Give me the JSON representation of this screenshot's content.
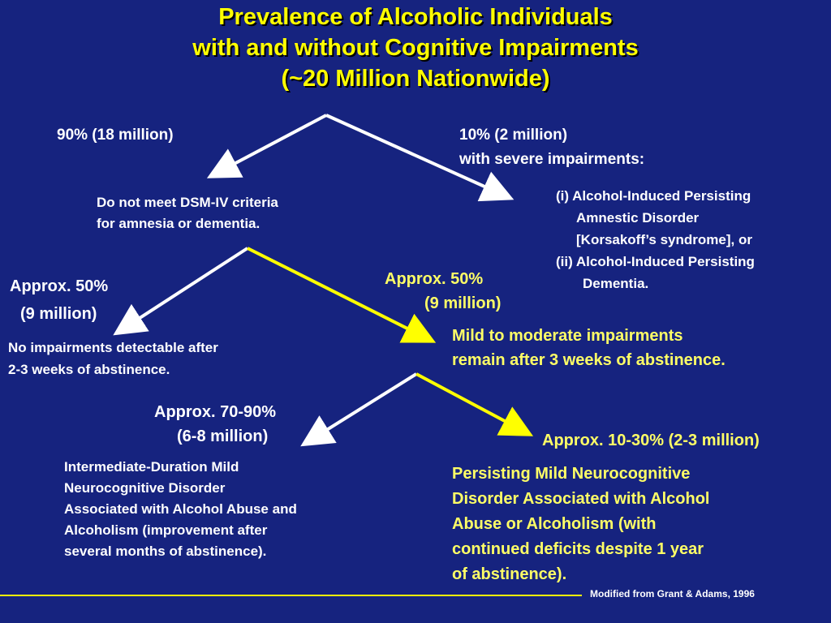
{
  "title": {
    "line1": "Prevalence of Alcoholic Individuals",
    "line2": "with and without Cognitive Impairments",
    "line3": "(~20 Million Nationwide)"
  },
  "level1": {
    "left_pct": "90% (18 million)",
    "left_desc_1": "Do not meet DSM-IV criteria",
    "left_desc_2": "for amnesia or dementia.",
    "right_pct_1": "10% (2 million)",
    "right_pct_2": "with severe impairments:",
    "right_items": [
      "(i) Alcohol-Induced Persisting",
      "Amnestic Disorder",
      "[Korsakoff’s syndrome], or",
      "(ii) Alcohol-Induced Persisting",
      "Dementia."
    ]
  },
  "level2": {
    "left_pct_1": "Approx. 50%",
    "left_pct_2": "(9 million)",
    "left_desc_1": "No impairments detectable after",
    "left_desc_2": "2-3 weeks of abstinence.",
    "right_pct_1": "Approx. 50%",
    "right_pct_2": "(9 million)",
    "right_desc_1": "Mild to moderate impairments",
    "right_desc_2": "remain after 3 weeks of abstinence."
  },
  "level3": {
    "left_pct_1": "Approx. 70-90%",
    "left_pct_2": "(6-8 million)",
    "left_desc": [
      "Intermediate-Duration Mild",
      "Neurocognitive Disorder",
      "Associated with Alcohol Abuse and",
      "Alcoholism (improvement after",
      "several months of  abstinence)."
    ],
    "right_pct": "Approx. 10-30% (2-3 million)",
    "right_desc": [
      "Persisting Mild Neurocognitive",
      "Disorder Associated with Alcohol",
      "Abuse or Alcoholism (with",
      "continued deficits despite 1 year",
      "of abstinence)."
    ]
  },
  "footer": {
    "credit": "Modified from Grant & Adams, 1996"
  },
  "colors": {
    "background": "#16237f",
    "title": "#ffff00",
    "highlight_arrow": "#ffff00",
    "arrow": "#ffffff",
    "highlight_text": "#ffff66"
  }
}
